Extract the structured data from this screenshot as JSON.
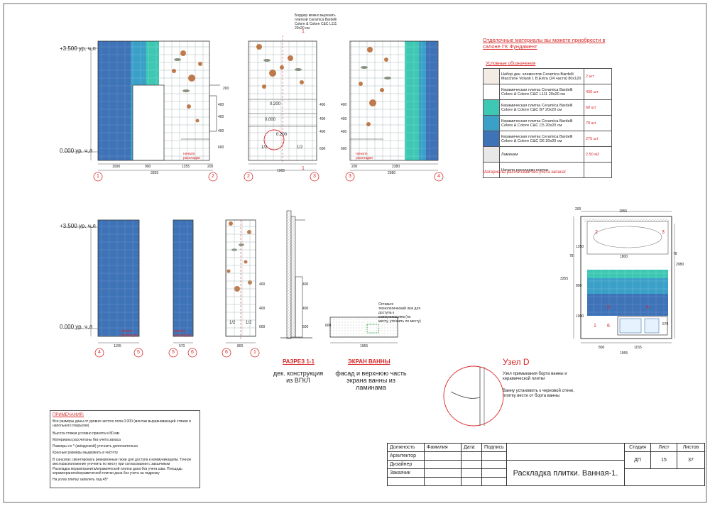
{
  "levels": {
    "top": "+3.500 ур. ч.л",
    "bottom": "0.000 ур. ч.л"
  },
  "axis_labels": [
    "1",
    "2",
    "2",
    "3",
    "3",
    "4",
    "4",
    "5",
    "5",
    "6",
    "6",
    "1"
  ],
  "dims": {
    "w1_parts": [
      "1000",
      "900",
      "1255",
      "200"
    ],
    "w1_total": "3355",
    "w2_total": "1965",
    "w3_parts": [
      "200",
      "2380"
    ],
    "w3_total": "2580",
    "w4_total": "1155",
    "w5_total": "570",
    "w6_total": "800",
    "screen_total": "1955",
    "vert": [
      "400",
      "400",
      "400",
      "600",
      "200"
    ],
    "plan_top": "1955",
    "plan_inner": "1800",
    "plan_bottom_a": "800",
    "plan_bottom_b": "1155",
    "plan_bottom_total": "1955",
    "plan_side": "3355",
    "plan_side2": "2980",
    "plan_marks": [
      "78",
      "78",
      "200",
      "1250",
      "800",
      "1000",
      "570"
    ]
  },
  "marks": {
    "dot200": "0.200",
    "dot000": "0.000",
    "dot200b": "0.200",
    "half": "1/2",
    "one": "1"
  },
  "note_top": "Бордюр можно вырезать плиткой Ceramica Bardelli Colore & Colore C&C L111 20x20 см",
  "start_tile": "начало раскладки",
  "shop_note": "Отделочные материалы вы можете приобрести в салоне ГК Фундамент",
  "legend_title": "Условные обозначения",
  "legend": [
    {
      "desc": "Набор дек. элементов Ceramica Bardelli Macchine Volanti 1 B.Extra (24 части) 80x120",
      "qty": "2 шт",
      "color": "#ffffff"
    },
    {
      "desc": "Керамическая плитка Ceramica Bardelli Colore & Colore C&C L111 20x20 см",
      "qty": "430 шт",
      "color": "#ffffff"
    },
    {
      "desc": "Керамическая плитка Ceramica Bardelli Colore & Colore C&C B7 20x20 см",
      "qty": "68 шт",
      "color": "#3ec8b4"
    },
    {
      "desc": "Керамическая плитка Ceramica Bardelli Colore & Colore C&C C5 20x20 см",
      "qty": "78 шт",
      "color": "#3aa0c8"
    },
    {
      "desc": "Керамическая плитка Ceramica Bardelli Colore & Colore C&C D6 20x20 см",
      "qty": "275 шт",
      "color": "#3f73b8"
    },
    {
      "desc": "Ламинам",
      "qty": "2.50 м2",
      "color": "#e8e8e8"
    },
    {
      "desc": "Начало раскладки плитки",
      "qty": "",
      "color": "#ffffff"
    }
  ],
  "legend_note": "Материалы рассчитаны без учета запаса!",
  "section_title": "РАЗРЕЗ 1-1",
  "section_caption": "дек. конструкция из ВГКЛ",
  "screen_title": "ЭКРАН ВАННЫ",
  "screen_caption": "фасад и верхнюю часть экрана ванны из ламинама",
  "screen_note": "Оставьте технологический люк для доступа к коммуникациям (по месту, уточнить по месту)",
  "node_title": "Узел D",
  "node_text1": "Узел примыкания борта ванны и керамической плитки",
  "node_text2": "Ванну установить к черновой стене, плитку вести от борта ванны",
  "notes_title": "ПРИМЕЧАНИЯ:",
  "notes": [
    "Все размеры даны от уровня чистого пола 0.000 (монтаж выравнивающей стяжки и напольного покрытия)",
    "Высота стяжки условно принята в 80 мм",
    "Материалы рассчитаны без учета запаса",
    "Размеры со * (звёздочкой) уточнить дополнительно",
    "Красные размеры выдержать в чистоту",
    "В санузлах смонтировать ревизионные люки для доступа к коммуникациям. Точное месторасположение уточнить по месту при согласовании с заказчиком",
    "Раскладка керамогранита/керамической плитки дана без учета шва. Площадь керамогранита/керамической плитки дана без учета на подрезку",
    "На углах плитку запилить под 45°"
  ],
  "stamp": {
    "col1": "Должность",
    "col2": "Фамилия",
    "col3": "Дата",
    "col4": "Подпись",
    "row1": "Архитектор",
    "row2": "Дизайнер",
    "row3": "Заказчик",
    "h_stage": "Стадия",
    "h_sheet": "Лист",
    "h_sheets": "Листов",
    "stage": "ДП",
    "sheet": "15",
    "sheets": "37",
    "title": "Раскладка плитки. Ванная-1."
  }
}
